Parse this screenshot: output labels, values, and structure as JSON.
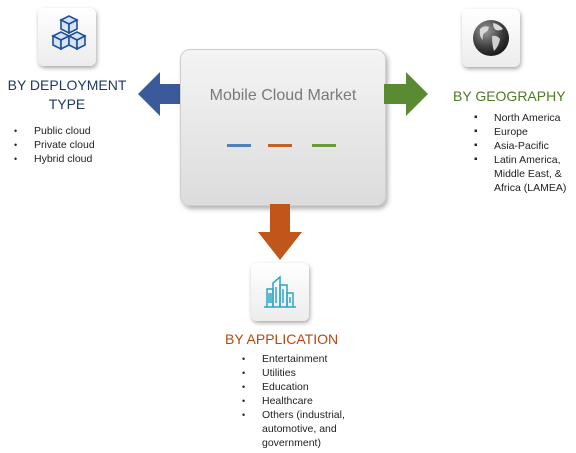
{
  "center": {
    "title": "Mobile Cloud Market",
    "dash_colors": [
      "#4f81bd",
      "#c0622a",
      "#6a9a3a"
    ]
  },
  "deployment": {
    "icon": "cubes-icon",
    "heading_line1": "BY DEPLOYMENT",
    "heading_line2": "TYPE",
    "color": "#1f3864",
    "items": [
      "Public cloud",
      "Private cloud",
      "Hybrid cloud"
    ]
  },
  "geography": {
    "icon": "globe-icon",
    "heading": "BY GEOGRAPHY",
    "color": "#4e7a27",
    "items": [
      "North America",
      "Europe",
      "Asia-Pacific",
      "Latin America,",
      "Middle East, &",
      "Africa (LAMEA)"
    ]
  },
  "application": {
    "icon": "buildings-icon",
    "heading": "BY APPLICATION",
    "color": "#b24a12",
    "items": [
      "Entertainment",
      "Utilities",
      "Education",
      "Healthcare",
      "Others (industrial,",
      "automotive, and",
      "government)"
    ]
  },
  "arrows": {
    "left_color": "#3a5a9a",
    "right_color": "#5a8a32",
    "down_color": "#c0561a"
  }
}
